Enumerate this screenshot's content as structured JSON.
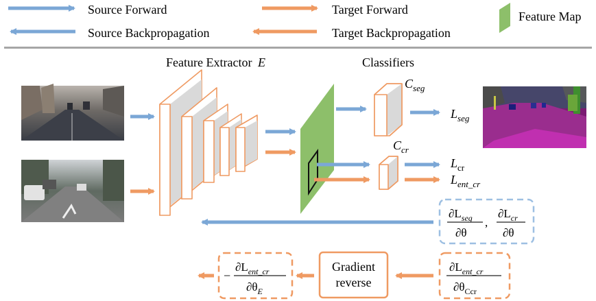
{
  "legend": {
    "source_forward": "Source Forward",
    "target_forward": "Target Forward",
    "source_backprop": "Source Backpropagation",
    "target_backprop": "Target Backpropagation",
    "feature_map": "Feature Map"
  },
  "colors": {
    "source_blue": "#7ba7d6",
    "target_orange": "#ef9a62",
    "feature_green": "#8dbf6a",
    "layer_gray": "#d9d9d9"
  },
  "labels": {
    "feature_extractor": "Feature Extractor",
    "feature_extractor_symbol": "E",
    "classifiers": "Classifiers",
    "c_seg_base": "C",
    "c_seg_sub": "seg",
    "c_cr_base": "C",
    "c_cr_sub": "cr",
    "l_seg_base": "L",
    "l_seg_sub": "seg",
    "l_cr_base": "L",
    "l_cr_sub": "cr",
    "l_ent_base": "L",
    "l_ent_sub": "ent_cr"
  },
  "gradients": {
    "source_grad_seg_num": "∂L",
    "source_grad_seg_num_sub": "seg",
    "source_grad_seg_den": "∂θ",
    "source_grad_cr_num": "∂L",
    "source_grad_cr_num_sub": "cr",
    "source_grad_cr_den": "∂θ",
    "target_grad_num": "∂L",
    "target_grad_num_sub": "ent_cr",
    "target_grad_den": "∂θ",
    "target_grad_den_sub": "Ccr",
    "reverse_line1": "Gradient",
    "reverse_line2": "reverse",
    "output_minus": "−",
    "output_num": "∂L",
    "output_num_sub": "ent_cr",
    "output_den": "∂θ",
    "output_den_sub": "E"
  }
}
